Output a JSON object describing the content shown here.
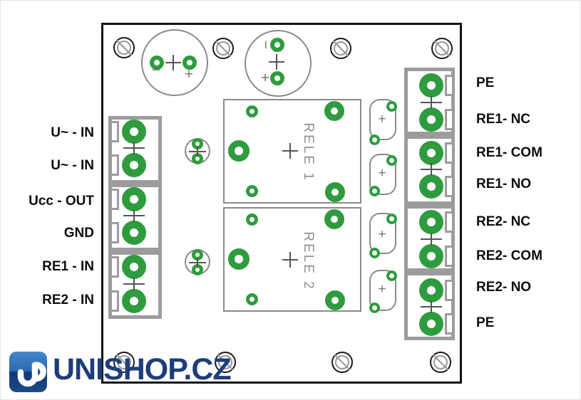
{
  "title": "Relay module PCB wiring diagram",
  "left_panel": {
    "labels": [
      "U~ - IN",
      "U~ - IN",
      "Ucc - OUT",
      "GND",
      "RE1 - IN",
      "RE2 - IN"
    ]
  },
  "right_panel": {
    "labels": [
      "PE",
      "RE1- NC",
      "RE1- COM",
      "RE1- NO",
      "RE2- NC",
      "RE2- COM",
      "RE2- NO",
      "PE"
    ]
  },
  "relays": {
    "labels": [
      "RELE 1",
      "RELE 2"
    ]
  },
  "marks": {
    "plus": "+",
    "minus": "−"
  },
  "logo": {
    "text": "UNISHOP.CZ"
  },
  "colors": {
    "pad_green": "#2e9c3e",
    "block_gray": "#9c9c9c",
    "silkscreen_gray": "#8a8a8a",
    "board_border": "#111111",
    "label_black": "#0d0d0d",
    "logo_navy": "#1e3d7b",
    "logo_square_top": "#4688cc",
    "logo_square_bottom": "#123a73"
  }
}
